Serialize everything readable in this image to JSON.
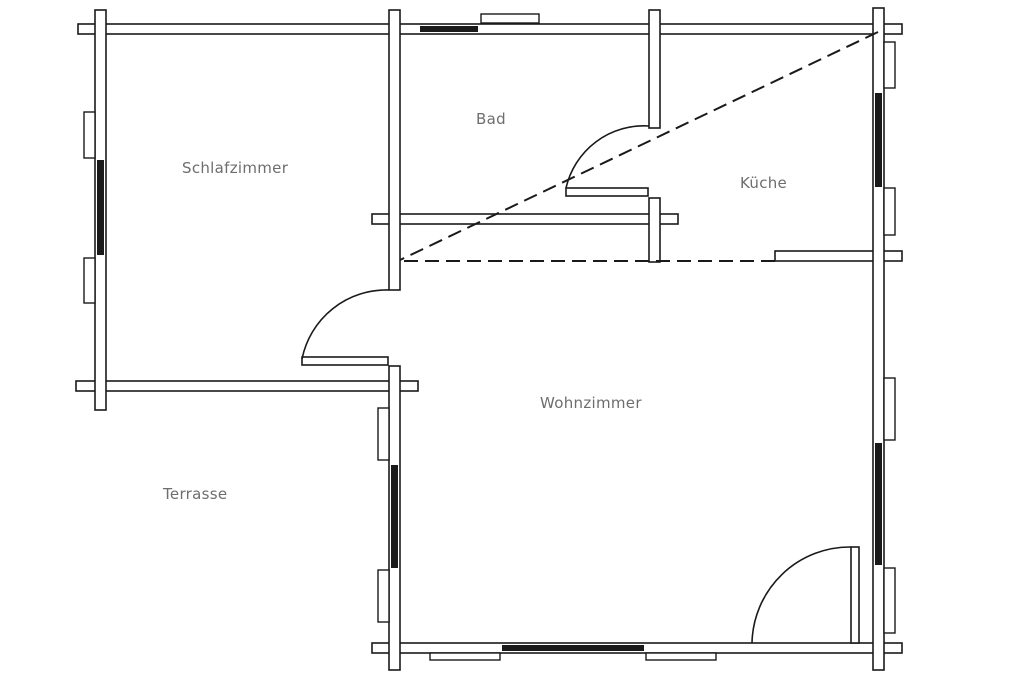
{
  "rooms": {
    "schlafzimmer": "Schlafzimmer",
    "bad": "Bad",
    "kueche": "Küche",
    "wohnzimmer": "Wohnzimmer",
    "terrasse": "Terrasse"
  }
}
